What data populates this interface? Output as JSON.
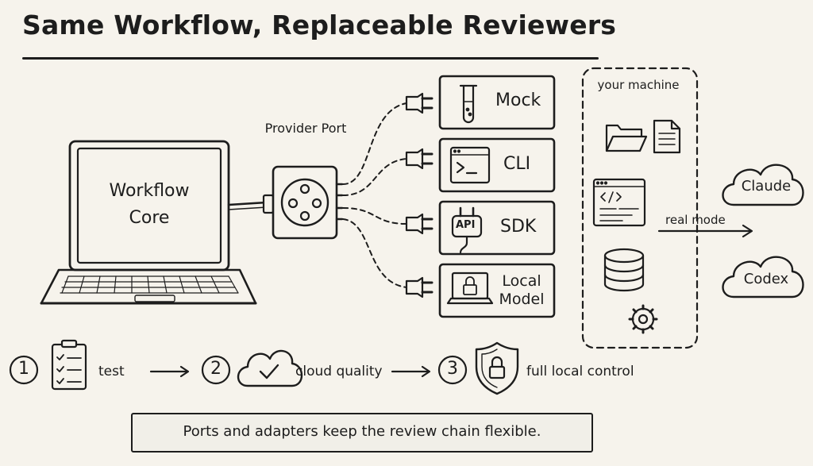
{
  "title": "Same Workflow, Replaceable Reviewers",
  "core": {
    "label": "Workflow Core"
  },
  "port": {
    "label": "Provider Port"
  },
  "adapters": [
    {
      "label": "Mock",
      "icon": "test-tube-icon"
    },
    {
      "label": "CLI",
      "icon": "terminal-icon"
    },
    {
      "label": "SDK",
      "icon": "api-plug-icon",
      "badge": "API"
    },
    {
      "label": "Local Model",
      "icon": "locked-laptop-icon"
    }
  ],
  "machine": {
    "label": "your machine",
    "icons": [
      "folder-icon",
      "document-icon",
      "code-window-icon",
      "database-icon",
      "gear-icon"
    ]
  },
  "real_mode": "real mode",
  "clouds": [
    {
      "label": "Claude"
    },
    {
      "label": "Codex"
    }
  ],
  "steps": [
    {
      "number": "1",
      "label": "test",
      "icon": "checklist-icon"
    },
    {
      "number": "2",
      "label": "cloud quality",
      "icon": "cloud-check-icon"
    },
    {
      "number": "3",
      "label": "full local control",
      "icon": "shield-lock-icon"
    }
  ],
  "footer": "Ports and adapters keep the review chain flexible."
}
